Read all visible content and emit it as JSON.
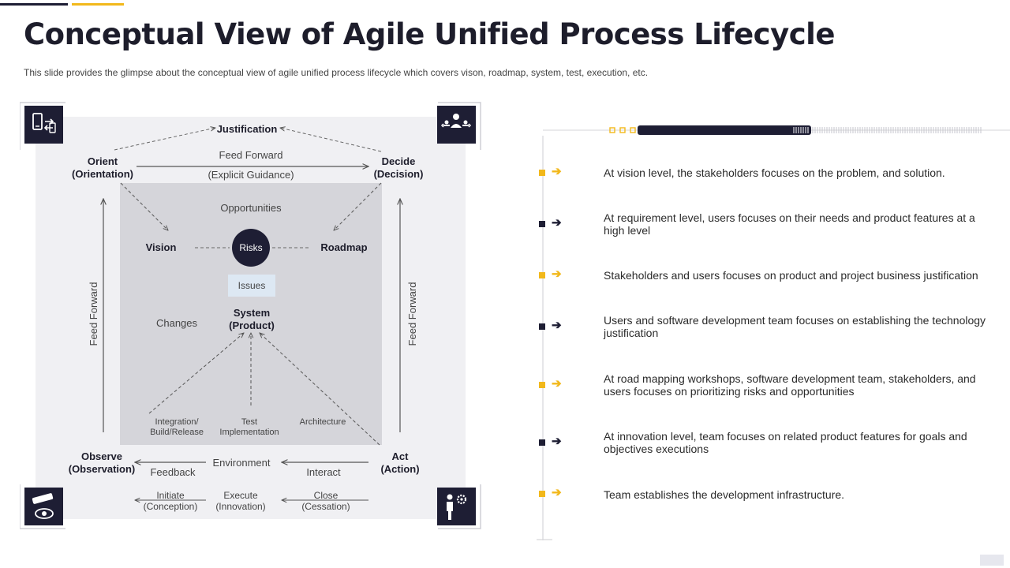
{
  "slide": {
    "title": "Conceptual View of Agile Unified Process Lifecycle",
    "subtitle": "This slide provides the glimpse about the conceptual view of agile unified process lifecycle which covers vison, roadmap, system, test, execution, etc."
  },
  "colors": {
    "navy": "#1e1e34",
    "accent": "#f2b81b",
    "panel_outer": "#f0f0f3",
    "panel_inner": "#d5d5da",
    "issues_box": "#dde8f3"
  },
  "diagram": {
    "justification": "Justification",
    "orient": {
      "line1": "Orient",
      "line2": "(Orientation)"
    },
    "decide": {
      "line1": "Decide",
      "line2": "(Decision)"
    },
    "observe": {
      "line1": "Observe",
      "line2": "(Observation)"
    },
    "act": {
      "line1": "Act",
      "line2": "(Action)"
    },
    "feed_forward_top": "Feed  Forward",
    "explicit_guidance": "(Explicit Guidance)",
    "feed_forward_left": "Feed  Forward",
    "feed_forward_right": "Feed  Forward",
    "opportunities": "Opportunities",
    "vision": "Vision",
    "roadmap": "Roadmap",
    "risks": "Risks",
    "issues": "Issues",
    "system": {
      "line1": "System",
      "line2": "(Product)"
    },
    "changes": "Changes",
    "integration": {
      "line1": "Integration/",
      "line2": "Build/Release"
    },
    "test": {
      "line1": "Test",
      "line2": "Implementation"
    },
    "architecture": "Architecture",
    "environment": "Environment",
    "feedback": "Feedback",
    "interact": "Interact",
    "initiate": {
      "line1": "Initiate",
      "line2": "(Conception)"
    },
    "execute": {
      "line1": "Execute",
      "line2": "(Innovation)"
    },
    "close": {
      "line1": "Close",
      "line2": "(Cessation)"
    },
    "corner_icons": [
      "mobile-sync-icon",
      "people-network-icon",
      "observation-eye-icon",
      "person-gear-icon"
    ]
  },
  "statements": [
    {
      "text": "At vision level, the stakeholders focuses on the problem, and solution.",
      "bullet_color": "#f2b81b"
    },
    {
      "text": "At requirement level, users focuses on their needs and product features at a high level",
      "bullet_color": "#1e1e34"
    },
    {
      "text": "Stakeholders and users focuses on product and project business justification",
      "bullet_color": "#f2b81b"
    },
    {
      "text": "Users and software development team focuses on establishing the technology justification",
      "bullet_color": "#1e1e34"
    },
    {
      "text": "At road mapping workshops, software development team, stakeholders, and users focuses on prioritizing risks and opportunities",
      "bullet_color": "#f2b81b"
    },
    {
      "text": "At innovation level, team focuses on related product features for goals and objectives executions",
      "bullet_color": "#1e1e34"
    },
    {
      "text": "Team establishes the development infrastructure.",
      "bullet_color": "#f2b81b"
    }
  ]
}
